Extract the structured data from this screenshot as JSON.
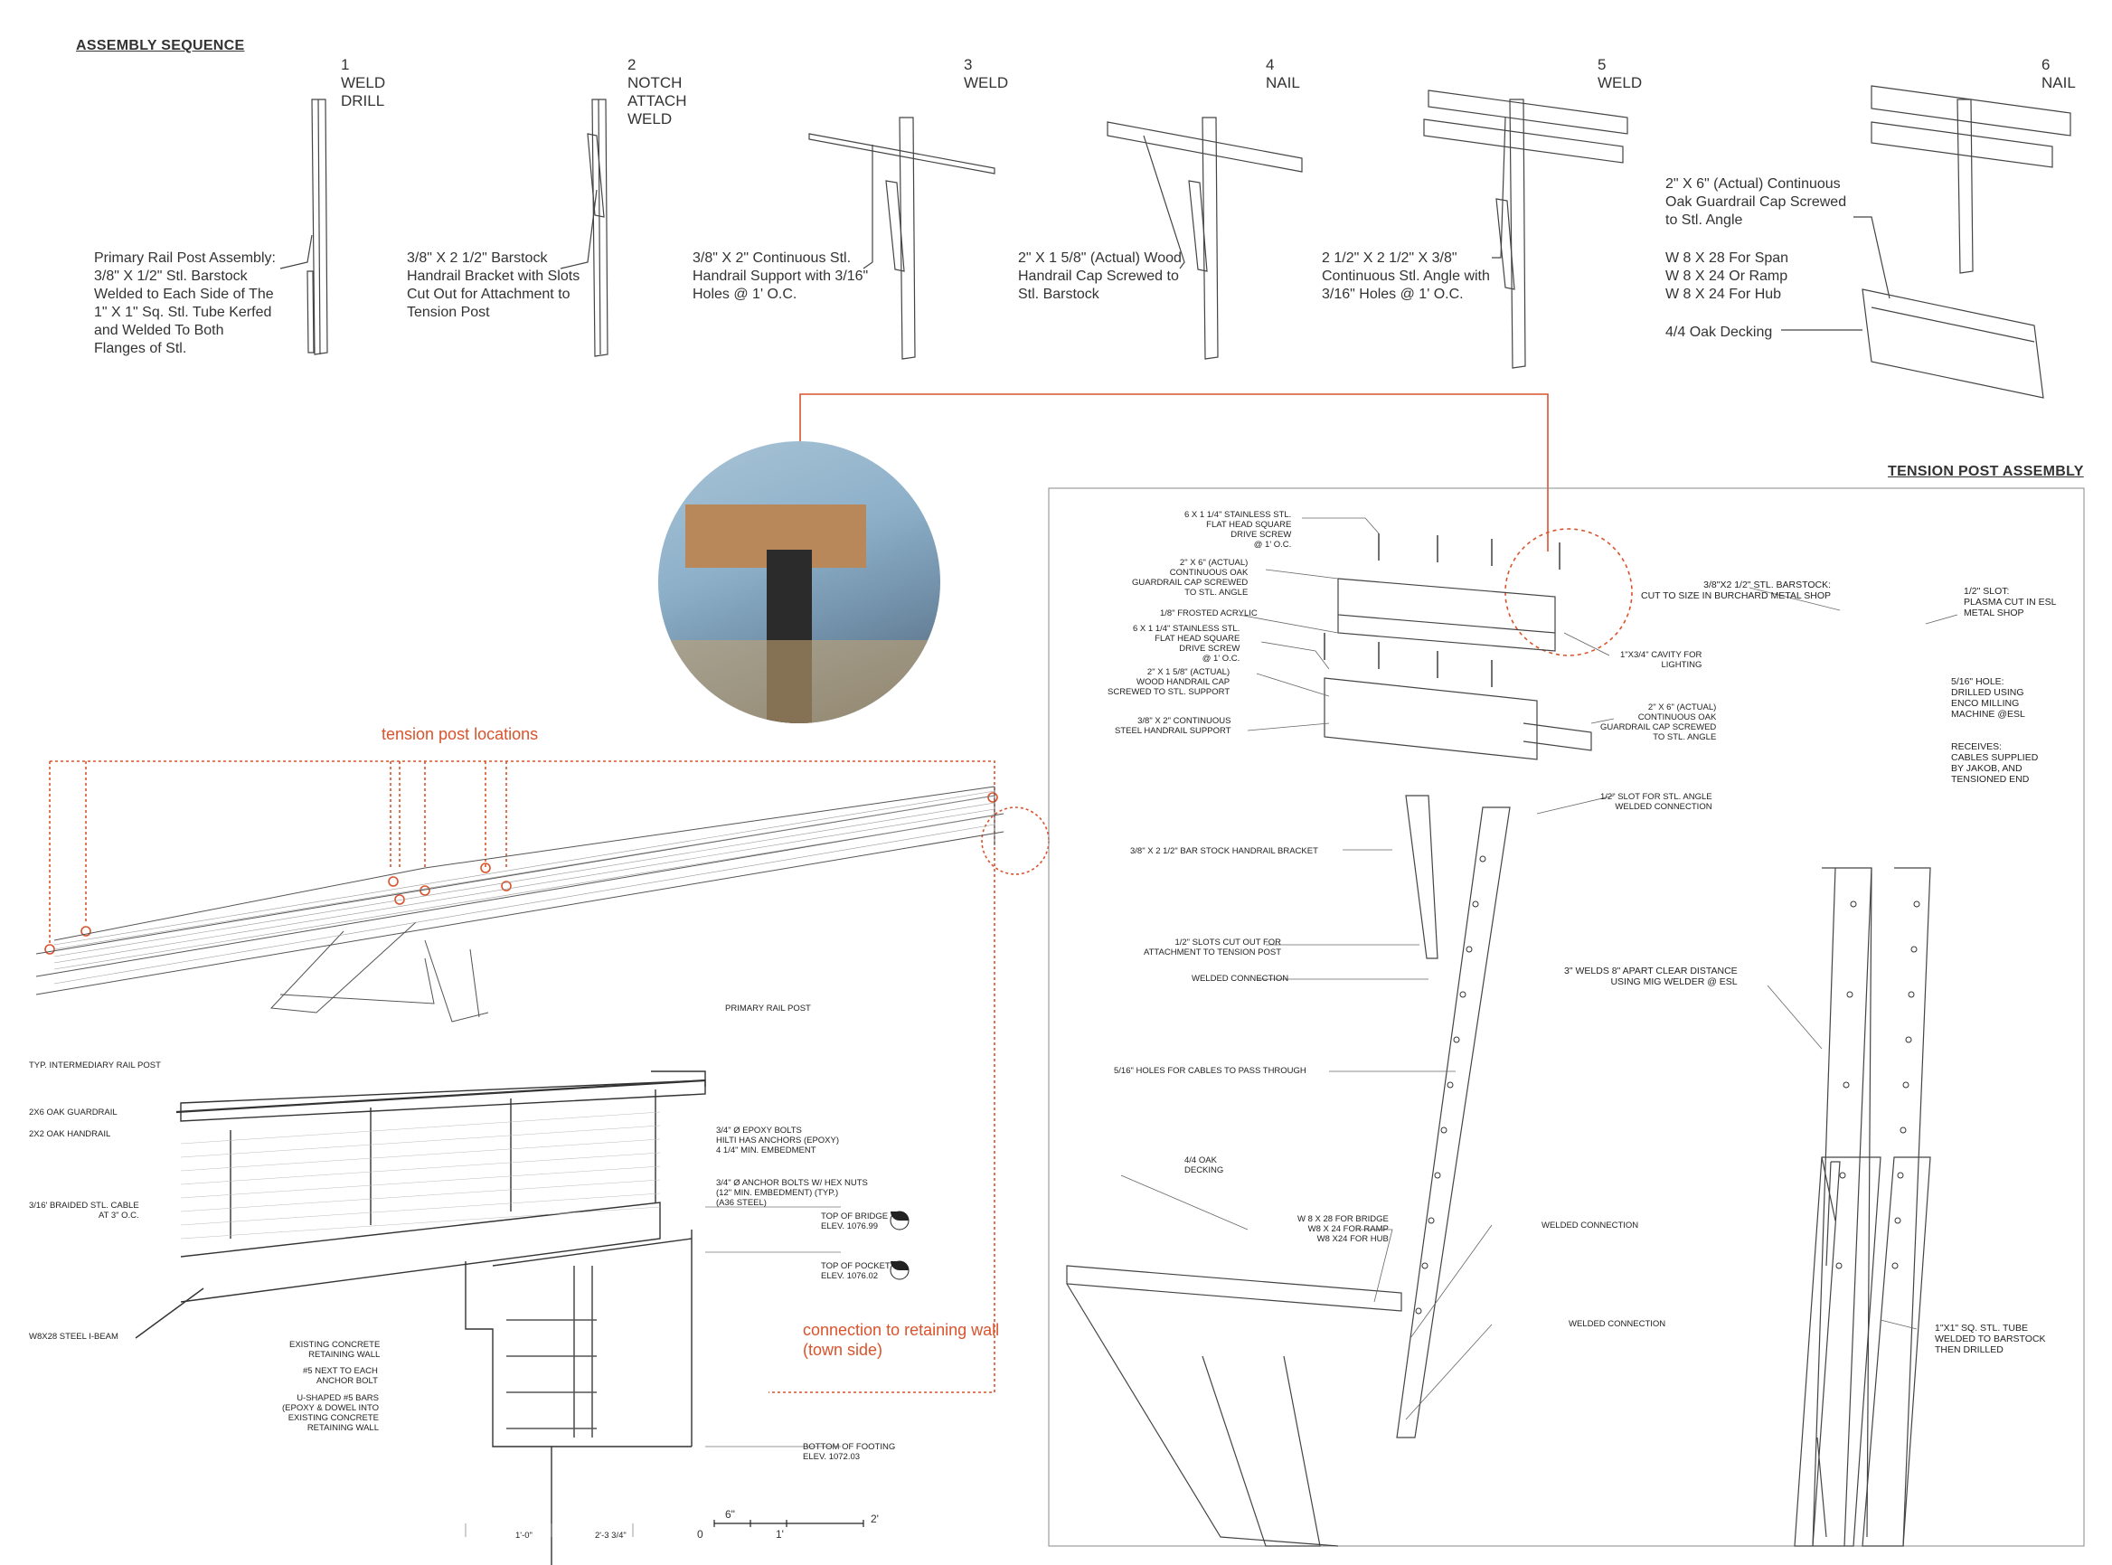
{
  "headings": {
    "assembly_sequence": "ASSEMBLY SEQUENCE",
    "tension_post_assembly": "TENSION POST ASSEMBLY"
  },
  "steps": [
    {
      "num": "1",
      "action": "WELD\nDRILL",
      "caption": "Primary Rail Post Assembly:\n3/8\" X 1/2\" Stl. Barstock\nWelded to Each Side of The\n1\" X 1\" Sq. Stl. Tube Kerfed\nand Welded To Both\nFlanges of Stl."
    },
    {
      "num": "2",
      "action": "NOTCH\nATTACH\nWELD",
      "caption": "3/8\" X 2 1/2\" Barstock\nHandrail Bracket with Slots\nCut Out for Attachment to\nTension Post"
    },
    {
      "num": "3",
      "action": "WELD",
      "caption": "3/8\" X 2\" Continuous Stl.\nHandrail Support with 3/16\"\nHoles @ 1' O.C."
    },
    {
      "num": "4",
      "action": "NAIL",
      "caption": "2\" X 1 5/8\" (Actual) Wood\nHandrail Cap Screwed to\nStl. Barstock"
    },
    {
      "num": "5",
      "action": "WELD",
      "caption": "2 1/2\" X 2 1/2\" X 3/8\"\nContinuous Stl. Angle with\n3/16\" Holes @ 1' O.C."
    },
    {
      "num": "6",
      "action": "NAIL",
      "caption": "2\" X 6\" (Actual) Continuous\nOak Guardrail Cap Screwed\nto Stl. Angle",
      "beam_notes": "W 8 X 28 For Span\nW 8 X 24 Or Ramp\nW 8 X 24 For Hub",
      "decking": "4/4 Oak Decking"
    }
  ],
  "orange_labels": {
    "tension_post_locations": "tension post locations",
    "connection": "connection to retaining wall\n(town side)"
  },
  "section_labels": {
    "primary_rail_post": "PRIMARY RAIL POST",
    "intermediary_post": "TYP. INTERMEDIARY RAIL POST",
    "guardrail": "2X6 OAK GUARDRAIL",
    "handrail": "2x2 OAK HANDRAIL",
    "cable": "3/16' BRAIDED STL. CABLE\nAT 3\" O.C.",
    "ibeam": "W8X28 STEEL I-BEAM",
    "epoxy_bolts": "3/4\" Ø EPOXY BOLTS\nHILTI HAS ANCHORS (EPOXY)\n4 1/4\" MIN. EMBEDMENT",
    "anchor_bolts": "3/4\" Ø ANCHOR BOLTS W/ HEX NUTS\n(12\" MIN. EMBEDMENT) (TYP.)\n(A36 STEEL)",
    "top_of_bridge": "TOP OF BRIDGE\nELEV. 1076.99",
    "top_of_pocket": "TOP OF POCKET\nELEV. 1076.02",
    "existing_wall": "EXISTING CONCRETE\nRETAINING WALL",
    "bar5": "#5 NEXT TO EACH\nANCHOR BOLT",
    "ushaped": "U-SHAPED #5 BARS\n(EPOXY & DOWEL INTO\nEXISTING CONCRETE\nRETAINING WALL",
    "bottom_footing": "BOTTOM OF FOOTING\nELEV. 1072.03",
    "dim1": "1'-0\"",
    "dim2": "2'-3 3/4\"",
    "scale0": "0",
    "scale6": "6\"",
    "scale1": "1'",
    "scale2": "2'"
  },
  "tension_labels": {
    "screw1": "6 X 1 1/4\" STAINLESS STL.\nFLAT HEAD SQUARE\nDRIVE SCREW\n@ 1' O.C.",
    "cap1": "2\" x 6\" (ACTUAL)\nCONTINUOUS OAK\nGUARDRAIL CAP SCREWED\nTO STL. ANGLE",
    "acrylic": "1/8\" FROSTED ACRYLIC",
    "screw2": "6 X 1 1/4\" STAINLESS STL.\nFLAT HEAD SQUARE\nDRIVE SCREW\n@ 1' O.C.",
    "woodcap": "2\" x 1 5/8\" (ACTUAL)\nWOOD HANDRAIL CAP\nSCREWED TO STL. SUPPORT",
    "support": "3/8\" X 2\" CONTINUOUS\nSTEEL HANDRAIL SUPPORT",
    "bracket": "3/8\" X 2 1/2\" BAR STOCK HANDRAIL BRACKET",
    "slots": "1/2\" SLOTS CUT OUT FOR\nATTACHMENT TO TENSION POST",
    "welded": "WELDED CONNECTION",
    "holes": "5/16\" HOLES FOR CABLES TO PASS THROUGH",
    "decking": "4/4 OAK\nDECKING",
    "beams": "W 8 X 28 FOR BRIDGE\nW8 X 24 FOR RAMP\nW8 X24 FOR HUB",
    "welded2": "WELDED CONNECTION",
    "welded3": "WELDED CONNECTION",
    "cavity": "1\"X3/4\" CAVITY FOR\nLIGHTING",
    "cap2": "2\" x 6\" (ACTUAL)\nCONTINUOUS OAK\nGUARDRAIL CAP SCREWED\nTO STL. ANGLE",
    "slot_angle": "1/2\" SLOT FOR STL. ANGLE\nWELDED CONNECTION",
    "barstock": "3/8\"X2 1/2\" STL. BARSTOCK:\nCUT TO SIZE IN BURCHARD METAL SHOP",
    "slot": "1/2\" SLOT:\nPLASMA CUT IN ESL\nMETAL SHOP",
    "hole": "5/16\" HOLE:\nDRILLED USING\nENCO MILLING\nMACHINE @ESL",
    "receives": "RECEIVES:\nCABLES SUPPLIED\nBY JAKOB, AND\nTENSIONED END",
    "welds": "3\" WELDS 8\" APART CLEAR DISTANCE\nUSING MIG WELDER @ ESL",
    "tube": "1\"X1\" SQ. STL. TUBE\nWELDED TO BARSTOCK\nTHEN DRILLED"
  },
  "colors": {
    "accent": "#d9532c",
    "line": "#333333",
    "light": "#9a9a9a"
  }
}
